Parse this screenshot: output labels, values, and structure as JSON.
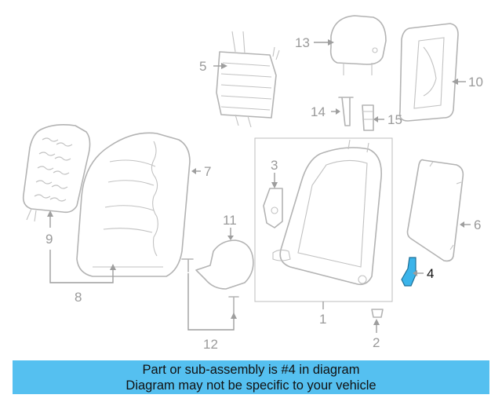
{
  "callouts": {
    "c1": "1",
    "c2": "2",
    "c3": "3",
    "c4": "4",
    "c5": "5",
    "c6": "6",
    "c7": "7",
    "c8": "8",
    "c9": "9",
    "c10": "10",
    "c11": "11",
    "c12": "12",
    "c13": "13",
    "c14": "14",
    "c15": "15"
  },
  "highlight": {
    "part_number": "4",
    "color": "#3bb4ea"
  },
  "banner": {
    "line1": "Part or sub-assembly is #4 in diagram",
    "line2": "Diagram may not be specific to your vehicle",
    "background": "#55c0f0"
  }
}
